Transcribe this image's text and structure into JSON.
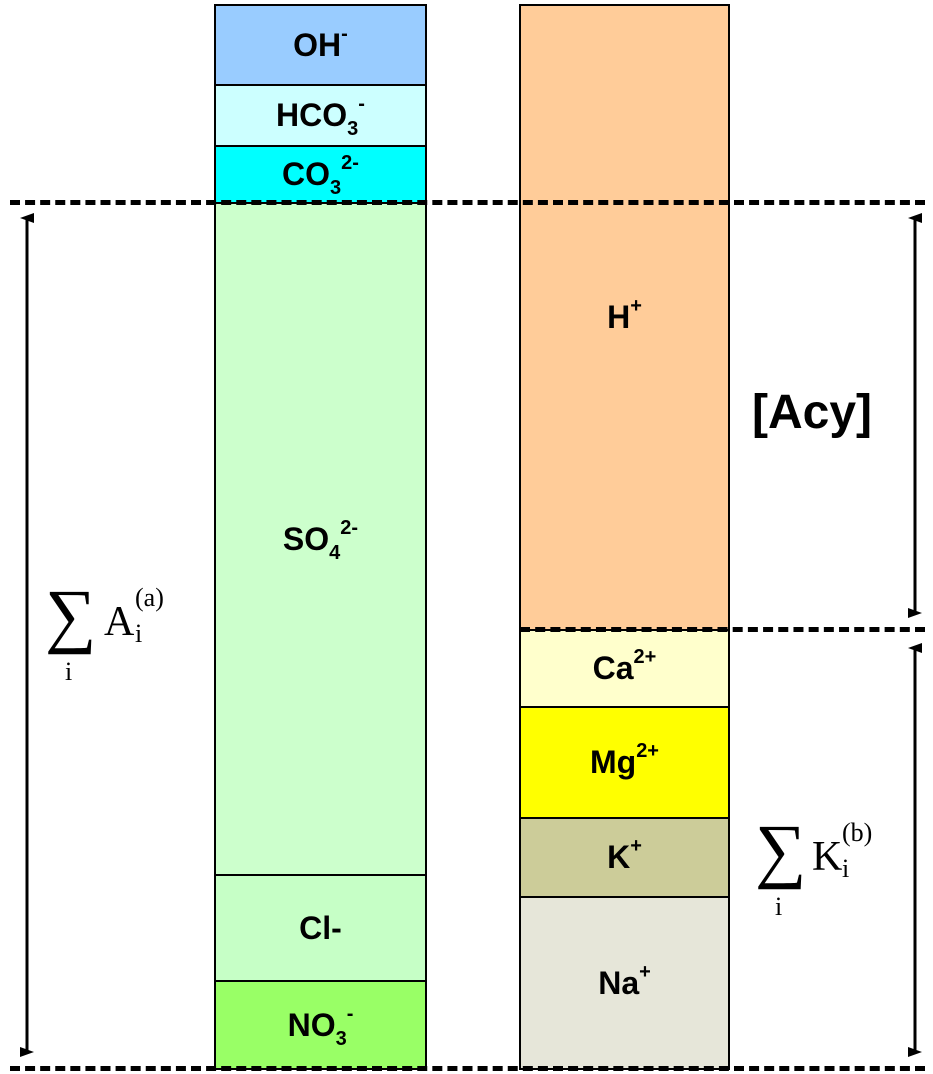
{
  "anions": [
    {
      "base": "OH",
      "sub": "",
      "sup": "-",
      "color": "#99ccff"
    },
    {
      "base": "HCO",
      "sub": "3",
      "sup": "-",
      "color": "#ccffff"
    },
    {
      "base": "CO",
      "sub": "3",
      "sup": "2-",
      "color": "#00ffff"
    },
    {
      "base": "SO",
      "sub": "4",
      "sup": "2-",
      "color": "#ccffcc"
    },
    {
      "base": "Cl-",
      "sub": "",
      "sup": "",
      "color": "#c6ffc6"
    },
    {
      "base": "NO",
      "sub": "3",
      "sup": "-",
      "color": "#99ff66"
    }
  ],
  "cations": [
    {
      "base": "H",
      "sub": "",
      "sup": "+",
      "color": "#ffcc99"
    },
    {
      "base": "Ca",
      "sub": "",
      "sup": "2+",
      "color": "#ffffcc"
    },
    {
      "base": "Mg",
      "sub": "",
      "sup": "2+",
      "color": "#ffff00"
    },
    {
      "base": "K",
      "sub": "",
      "sup": "+",
      "color": "#cccc99"
    },
    {
      "base": "Na",
      "sub": "",
      "sup": "+",
      "color": "#e6e6d9"
    }
  ],
  "acy_label": "[Acy]",
  "anion_sum": {
    "sigma": "∑",
    "index": "i",
    "symbol": "A",
    "sub": "i",
    "sup": "(a)"
  },
  "cation_sum": {
    "sigma": "∑",
    "index": "i",
    "symbol": "K",
    "sub": "i",
    "sup": "(b)"
  }
}
